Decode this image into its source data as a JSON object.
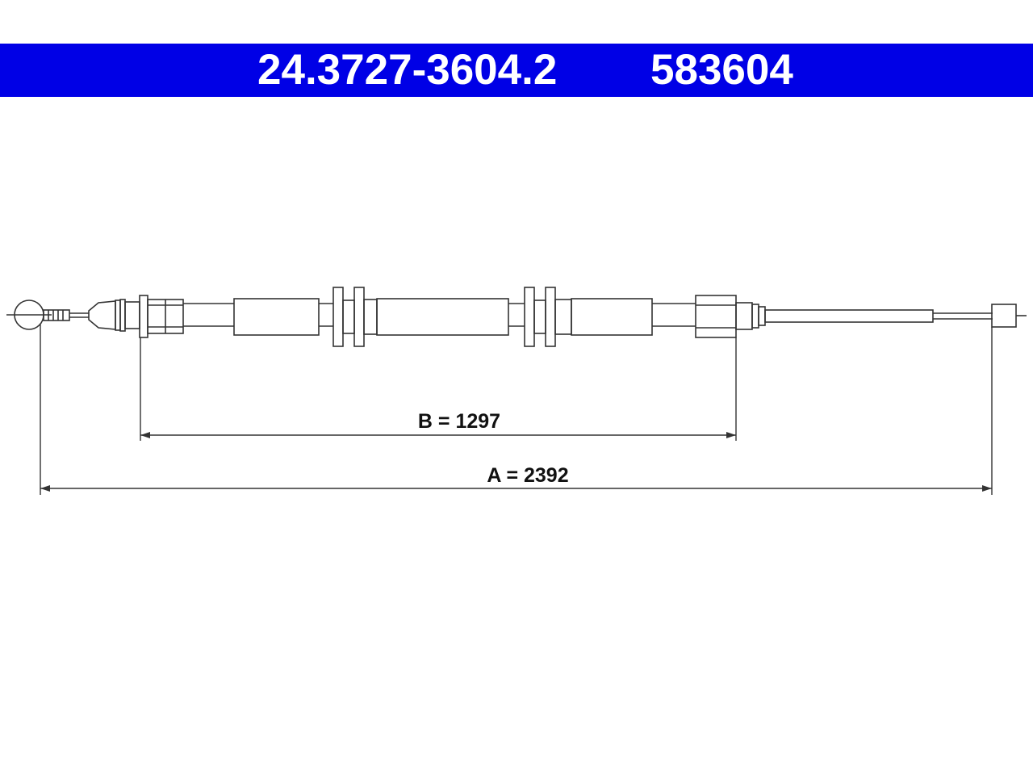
{
  "header": {
    "part_number": "24.3727-3604.2",
    "reference_number": "583604"
  },
  "dimensions": {
    "b_label": "B = 1297",
    "a_label": "A = 2392"
  },
  "colors": {
    "header_bar": "#0000e6",
    "header_text": "#ffffff",
    "line": "#333333",
    "background": "#ffffff"
  }
}
